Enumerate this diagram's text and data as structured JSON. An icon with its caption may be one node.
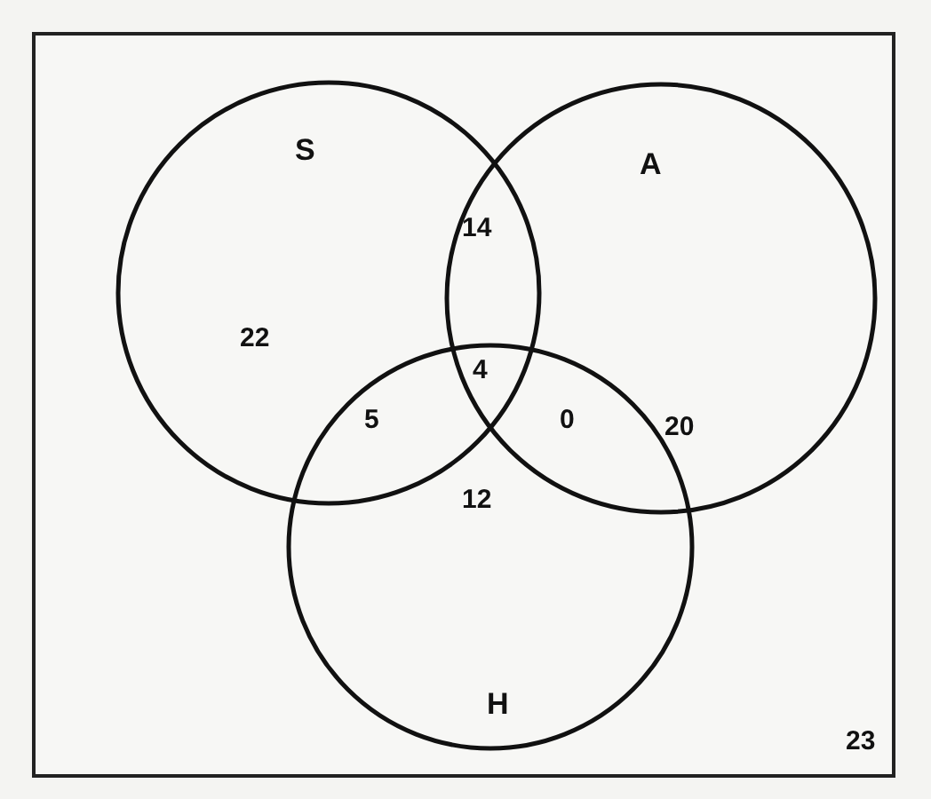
{
  "diagram": {
    "nodes": [
      {
        "text": [
          "S"
        ]
      },
      {
        "text": [
          "A"
        ]
      },
      {
        "text": [
          "H"
        ]
      }
    ],
    "edges": [],
    "labels": [
      "22",
      "14",
      "4",
      "5",
      "0",
      "20",
      "12",
      "23"
    ]
  }
}
